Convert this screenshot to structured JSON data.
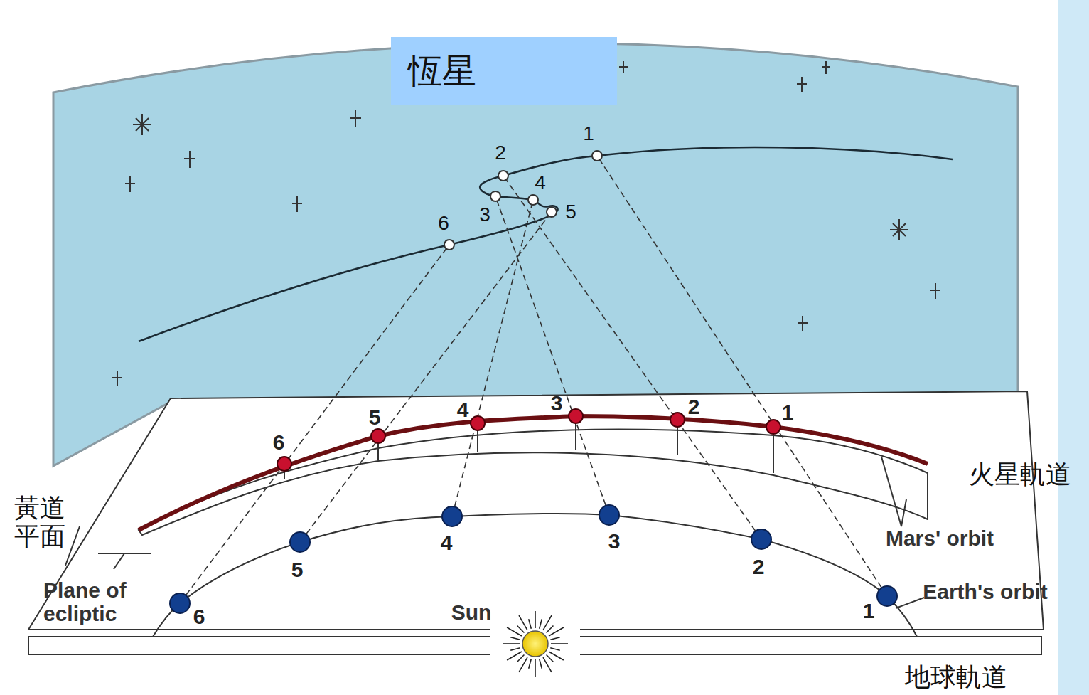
{
  "diagram": {
    "nodes": [
      {
        "text": [
          "恆星"
        ]
      }
    ],
    "labels": [
      "1",
      "2",
      "3",
      "4",
      "5",
      "6",
      "6",
      "5",
      "4",
      "3",
      "2",
      "1",
      "5",
      "4",
      "3",
      "2",
      "1",
      "6",
      "火星軌道",
      "Mars' orbit",
      "Earth's orbit",
      "黃道 平面",
      "Plane of ecliptic",
      "Sun",
      "地球軌道"
    ]
  }
}
